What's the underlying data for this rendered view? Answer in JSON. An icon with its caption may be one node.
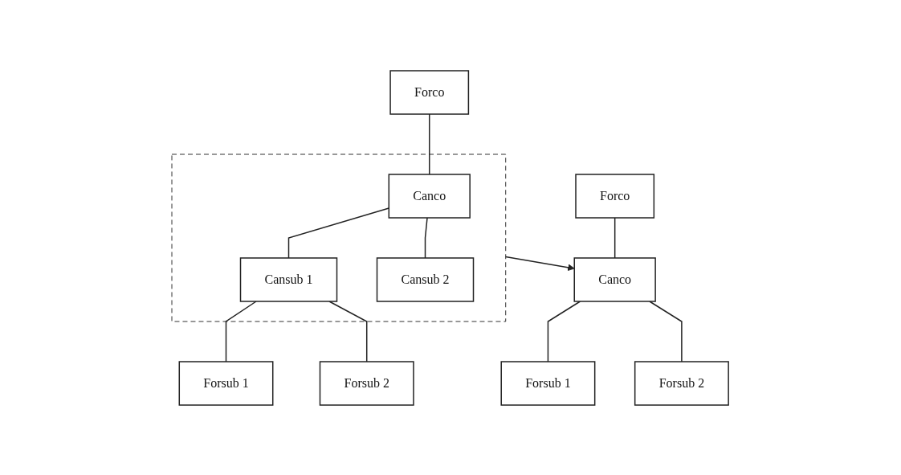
{
  "diagram": {
    "nodes": [
      {
        "text": [
          "Forco"
        ]
      },
      {
        "text": [],
        "shape": "box"
      },
      {
        "text": [
          "Canco"
        ],
        "in": 1
      },
      {
        "text": [
          "Cansub 1"
        ],
        "in": 1
      },
      {
        "text": [
          "Cansub 2"
        ],
        "in": 1
      },
      {
        "text": [
          "Forsub 1"
        ]
      },
      {
        "text": [
          "Forsub 2"
        ]
      },
      {
        "text": [
          "Forco"
        ]
      },
      {
        "text": [
          "Canco"
        ]
      },
      {
        "text": [
          "Forsub 1"
        ]
      },
      {
        "text": [
          "Forsub 2"
        ]
      }
    ],
    "edges": [
      {
        "from": 0,
        "to": 2,
        "arrow": "none"
      },
      {
        "from": 2,
        "to": 3,
        "arrow": "none"
      },
      {
        "from": 2,
        "to": 4,
        "arrow": "none"
      },
      {
        "from": 3,
        "to": 5,
        "arrow": "none"
      },
      {
        "from": 3,
        "to": 6,
        "arrow": "none"
      },
      {
        "from": 1,
        "to": 8,
        "arrow": "to"
      },
      {
        "from": 7,
        "to": 8,
        "arrow": "none"
      },
      {
        "from": 8,
        "to": 9,
        "arrow": "none"
      },
      {
        "from": 8,
        "to": 10,
        "arrow": "none"
      }
    ]
  }
}
